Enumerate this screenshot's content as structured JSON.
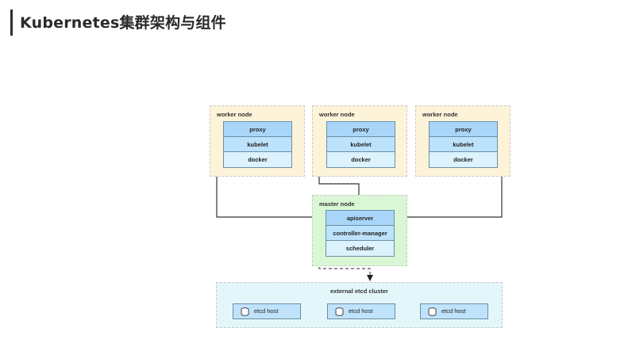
{
  "page": {
    "title": "Kubernetes集群架构与组件"
  },
  "workers": [
    {
      "label": "worker node",
      "components": [
        "proxy",
        "kubelet",
        "docker"
      ]
    },
    {
      "label": "worker node",
      "components": [
        "proxy",
        "kubelet",
        "docker"
      ]
    },
    {
      "label": "worker node",
      "components": [
        "proxy",
        "kubelet",
        "docker"
      ]
    }
  ],
  "master": {
    "label": "master node",
    "components": [
      "apiserver",
      "controller-manager",
      "scheduler"
    ]
  },
  "etcd": {
    "label": "external etcd cluster",
    "hosts": [
      "etcd host",
      "etcd host",
      "etcd host"
    ]
  }
}
